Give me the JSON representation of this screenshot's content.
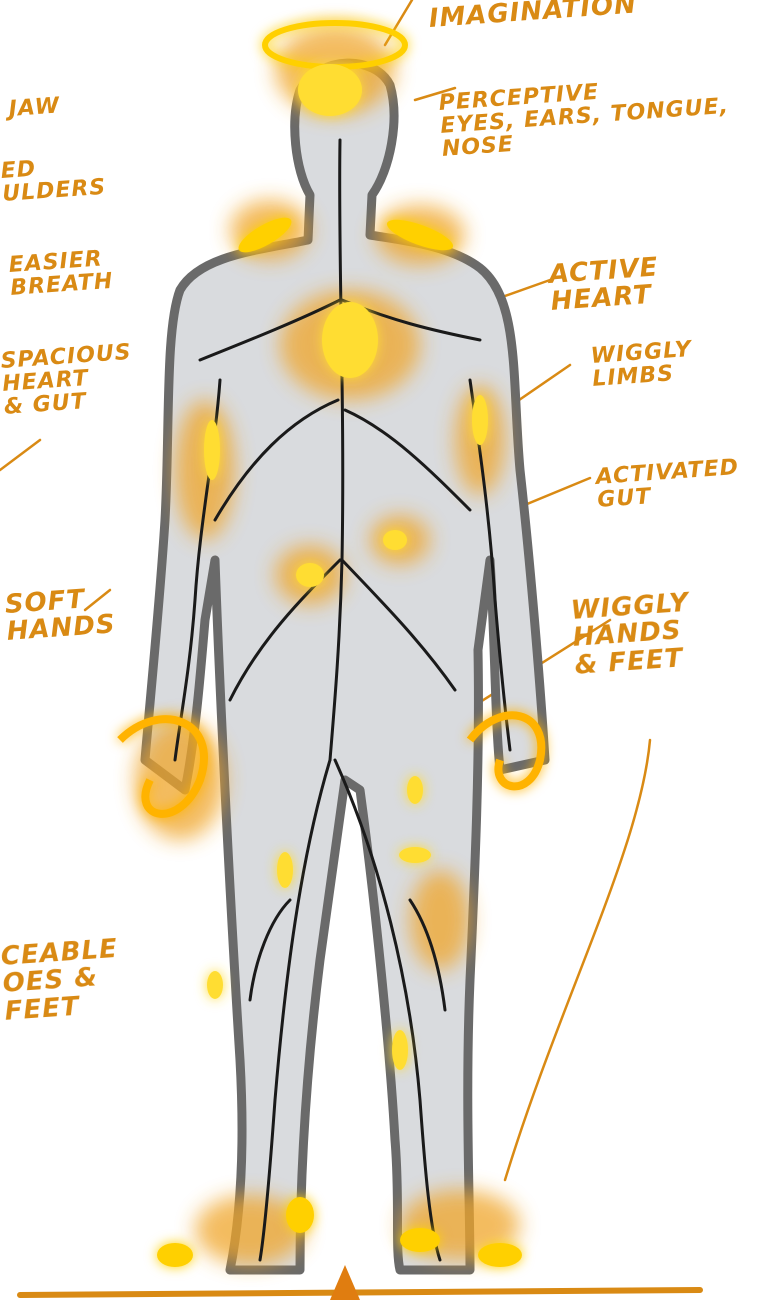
{
  "accent": "#d98a14",
  "glow": "#ffd000",
  "body_fill": "#d9dbde",
  "outline": "#6a6a6a",
  "nerve": "#1a1a1a",
  "labels": {
    "imagination": "IMAGINATION",
    "perceptive": "PERCEPTIVE\nEYES, EARS, TONGUE,\nNOSE",
    "active_heart": "ACTIVE\nHEART",
    "wiggly_limbs": "WIGGLY\nLIMBS",
    "activated_gut": "ACTIVATED\nGUT",
    "wiggly_hands_feet": "WIGGLY\nHANDS\n& FEET",
    "jaw": "JAW",
    "shoulders": "ED\nULDERS",
    "easier_breath": "EASIER\nBREATH",
    "spacious_heart_gut": "SPACIOUS\nHEART\n& GUT",
    "soft_hands": "SOFT\nHANDS",
    "toes_feet": "CEABLE\nOES &\nFEET"
  }
}
